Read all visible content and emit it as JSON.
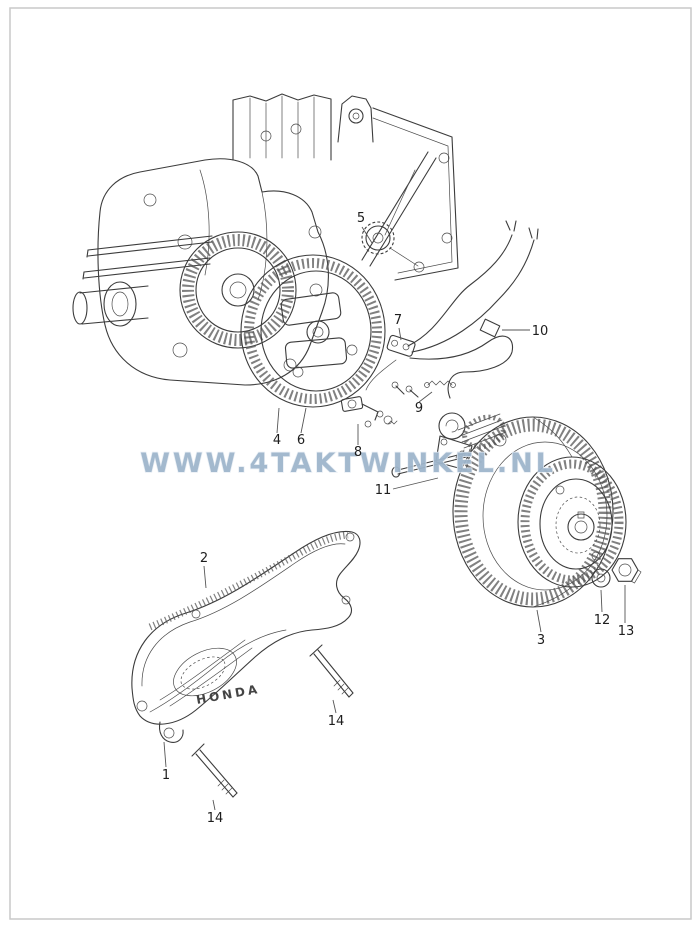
{
  "page": {
    "background_color": "#ffffff",
    "border_color": "#c9c9c9",
    "ink_color": "#3c3c3c",
    "watermark": {
      "text": "WWW.4TAKTWINKEL.NL",
      "color": "#9fb6cc",
      "outline_color": "#e9eff5"
    }
  },
  "diagram": {
    "description": "Exploded parts diagram of engine flywheel, magneto stator and left side cover",
    "brand_text": "HONDA",
    "callouts": {
      "c1": "1",
      "c2": "2",
      "c3": "3",
      "c4": "4",
      "c5": "5",
      "c6": "6",
      "c7": "7",
      "c8": "8",
      "c9": "9",
      "c10": "10",
      "c11": "11",
      "c12": "12",
      "c13": "13",
      "c14a": "14",
      "c14b": "14"
    }
  }
}
